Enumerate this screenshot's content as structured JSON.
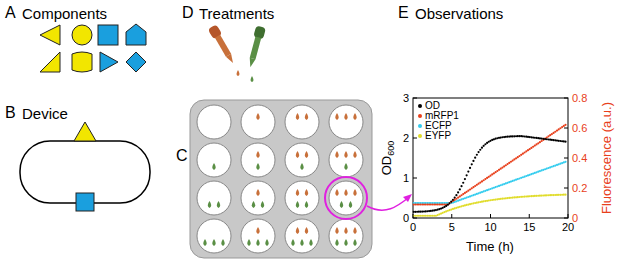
{
  "diagram": {
    "labels": [
      "A",
      "Components",
      "B",
      "Device",
      "C",
      "D",
      "Treatments",
      "E",
      "Observations",
      "0",
      "1",
      "2",
      "3",
      "0",
      "0.2",
      "0.4",
      "0.6",
      "0.8",
      "0",
      "5",
      "10",
      "15",
      "20",
      "OD",
      "600",
      "Fluorescence (a.u.)",
      "Time (h)"
    ],
    "legend": [
      {
        "text": "OD",
        "color": "#000000"
      },
      {
        "text": "mRFP1",
        "color": "#e8401c"
      },
      {
        "text": "ECFP",
        "color": "#33ccee"
      },
      {
        "text": "EYFP",
        "color": "#e0dc2a"
      }
    ]
  }
}
